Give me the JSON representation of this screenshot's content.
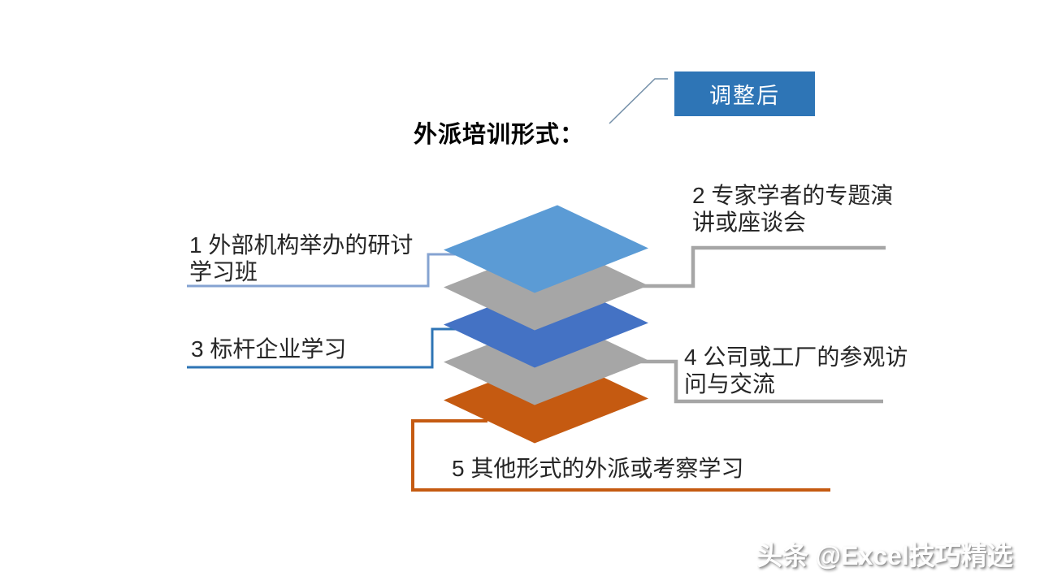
{
  "slide": {
    "title": "外派培训形式：",
    "badge": {
      "label": "调整后"
    },
    "watermark": "头条 @Excel技巧精选",
    "items": [
      {
        "label": "1  外部机构举办的研讨\n学习班"
      },
      {
        "label": "2  专家学者的专题演\n讲或座谈会"
      },
      {
        "label": "3  标杆企业学习"
      },
      {
        "label": "4 公司或工厂的参观访\n问与交流"
      },
      {
        "label": "5  其他形式的外派或考察学习"
      }
    ],
    "layers": [
      {
        "name": "layer-1",
        "color": "#5B9BD5"
      },
      {
        "name": "layer-2",
        "color": "#A6A6A6"
      },
      {
        "name": "layer-3",
        "color": "#4472C4"
      },
      {
        "name": "layer-4",
        "color": "#A6A6A6"
      },
      {
        "name": "layer-5",
        "color": "#C55A11"
      }
    ],
    "connectors": [
      {
        "for_item": "1",
        "color": "#85A3D1"
      },
      {
        "for_item": "2",
        "color": "#A6A6A6"
      },
      {
        "for_item": "3",
        "color": "#2E74B5"
      },
      {
        "for_item": "4",
        "color": "#A6A6A6"
      },
      {
        "for_item": "5",
        "color": "#C55A11"
      }
    ],
    "colors": {
      "badge_bg": "#2E75B6",
      "badge_text": "#FFFFFF",
      "leader_line": "#7590A9",
      "label_text": "#262626",
      "title_text": "#000000"
    }
  }
}
